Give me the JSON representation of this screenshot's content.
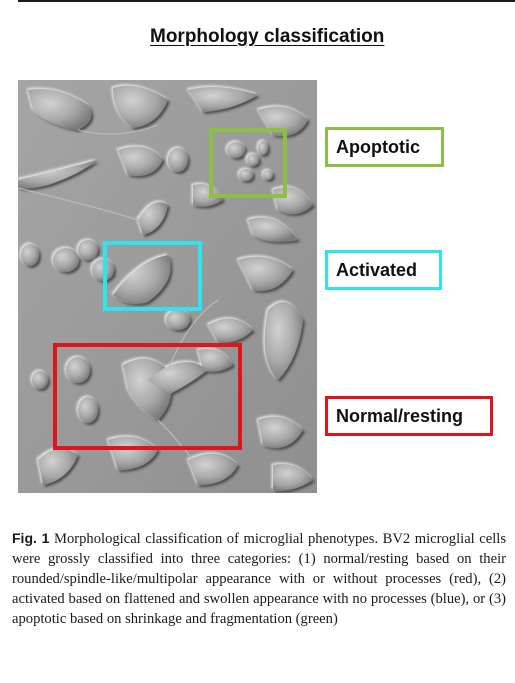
{
  "figure": {
    "title": "Morphology classification",
    "boxes": [
      {
        "label": "Apoptotic",
        "color": "#8cbf45"
      },
      {
        "label": "Activated",
        "color": "#2fe3f0"
      },
      {
        "label": "Normal/resting",
        "color": "#e0141b"
      }
    ]
  },
  "caption": {
    "fig_label": "Fig. 1",
    "text": "Morphological classification of microglial phenotypes. BV2 microglial cells were grossly classified into three categories: (1) normal/resting based on their rounded/spindle-like/multipolar appearance with or without processes (red), (2) activated based on flattened and swollen appearance with no processes (blue), or (3) apoptotic based on shrinkage and fragmentation (green)"
  }
}
